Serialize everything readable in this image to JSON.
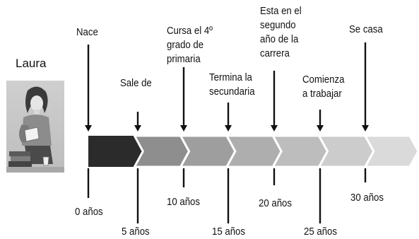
{
  "person": {
    "name": "Laura",
    "image_icon": "woman-reading-with-books-photo"
  },
  "colors": {
    "segments": [
      "#2b2b2b",
      "#8e8e8e",
      "#9e9e9e",
      "#aeaeae",
      "#bdbdbd",
      "#cccccc",
      "#dadada",
      "#a4a4a4"
    ],
    "arrow": "#111111",
    "text": "#111111"
  },
  "events": [
    {
      "id": "nace",
      "text": "Nace",
      "age": "0 años",
      "age_value": 0
    },
    {
      "id": "sale",
      "text": "Sale de",
      "age": "5 años",
      "age_value": 5
    },
    {
      "id": "cursa",
      "text": "Cursa el 4º\ngrado de\nprimaria",
      "age": "10 años",
      "age_value": 10
    },
    {
      "id": "termina",
      "text": "Termina la\nsecundaria",
      "age": "15 años",
      "age_value": 15
    },
    {
      "id": "carrera",
      "text": "Esta en el\nsegundo\naño de la\ncarrera",
      "age": "20 años",
      "age_value": 20
    },
    {
      "id": "trabajar",
      "text": "Comienza\na trabajar",
      "age": "25 años",
      "age_value": 25
    },
    {
      "id": "casa",
      "text": "Se casa",
      "age": "30 años",
      "age_value": 30
    }
  ]
}
